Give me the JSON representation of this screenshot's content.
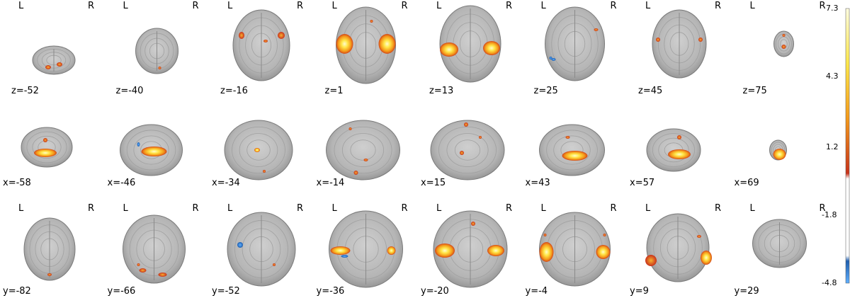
{
  "rows": [
    {
      "orientation": "axial",
      "panels": [
        {
          "cut": "z=-52",
          "left_label": "L",
          "right_label": "R"
        },
        {
          "cut": "z=-40",
          "left_label": "L",
          "right_label": "R"
        },
        {
          "cut": "z=-16",
          "left_label": "L",
          "right_label": "R"
        },
        {
          "cut": "z=1",
          "left_label": "L",
          "right_label": "R"
        },
        {
          "cut": "z=13",
          "left_label": "L",
          "right_label": "R"
        },
        {
          "cut": "z=25",
          "left_label": "L",
          "right_label": "R"
        },
        {
          "cut": "z=45",
          "left_label": "L",
          "right_label": "R"
        },
        {
          "cut": "z=75",
          "left_label": "L",
          "right_label": "R"
        }
      ]
    },
    {
      "orientation": "sagittal",
      "panels": [
        {
          "cut": "x=-58"
        },
        {
          "cut": "x=-46"
        },
        {
          "cut": "x=-34"
        },
        {
          "cut": "x=-14"
        },
        {
          "cut": "x=15"
        },
        {
          "cut": "x=43"
        },
        {
          "cut": "x=57"
        },
        {
          "cut": "x=69"
        }
      ]
    },
    {
      "orientation": "coronal",
      "panels": [
        {
          "cut": "y=-82",
          "left_label": "L",
          "right_label": "R"
        },
        {
          "cut": "y=-66",
          "left_label": "L",
          "right_label": "R"
        },
        {
          "cut": "y=-52",
          "left_label": "L",
          "right_label": "R"
        },
        {
          "cut": "y=-36",
          "left_label": "L",
          "right_label": "R"
        },
        {
          "cut": "y=-20",
          "left_label": "L",
          "right_label": "R"
        },
        {
          "cut": "y=-4",
          "left_label": "L",
          "right_label": "R"
        },
        {
          "cut": "y=9",
          "left_label": "L",
          "right_label": "R"
        },
        {
          "cut": "y=29",
          "left_label": "L",
          "right_label": "R"
        }
      ]
    }
  ],
  "colorbar": {
    "ticks": [
      "7.3",
      "4.3",
      "1.2",
      "-1.8",
      "-4.8"
    ],
    "max": 7.3,
    "min": -4.8,
    "colors": {
      "positive_hot": "#ffe84a",
      "positive_mid": "#f59a1a",
      "positive_low": "#c8321a",
      "negative": "#2a7fd6",
      "neutral": "#bdbdbd"
    }
  }
}
